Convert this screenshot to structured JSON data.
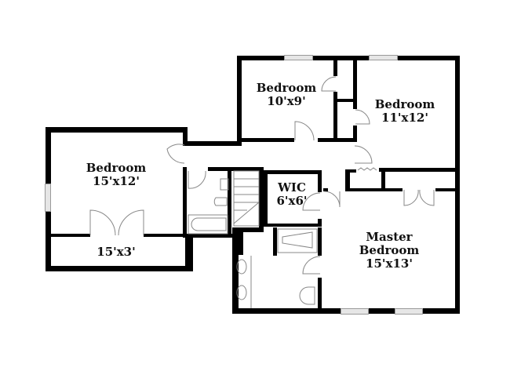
{
  "floorplan": {
    "rooms": [
      {
        "name": "Bedroom",
        "dims": "10'x9'"
      },
      {
        "name": "Bedroom",
        "dims": "11'x12'"
      },
      {
        "name": "Bedroom",
        "dims": "15'x12'"
      },
      {
        "name": "",
        "dims": "15'x3'"
      },
      {
        "name": "WIC",
        "dims": "6'x6'"
      },
      {
        "name_line1": "Master",
        "name_line2": "Bedroom",
        "dims": "15'x13'"
      }
    ]
  },
  "colors": {
    "wall": "#000000",
    "window": "#e6e6e6",
    "background": "#ffffff"
  }
}
